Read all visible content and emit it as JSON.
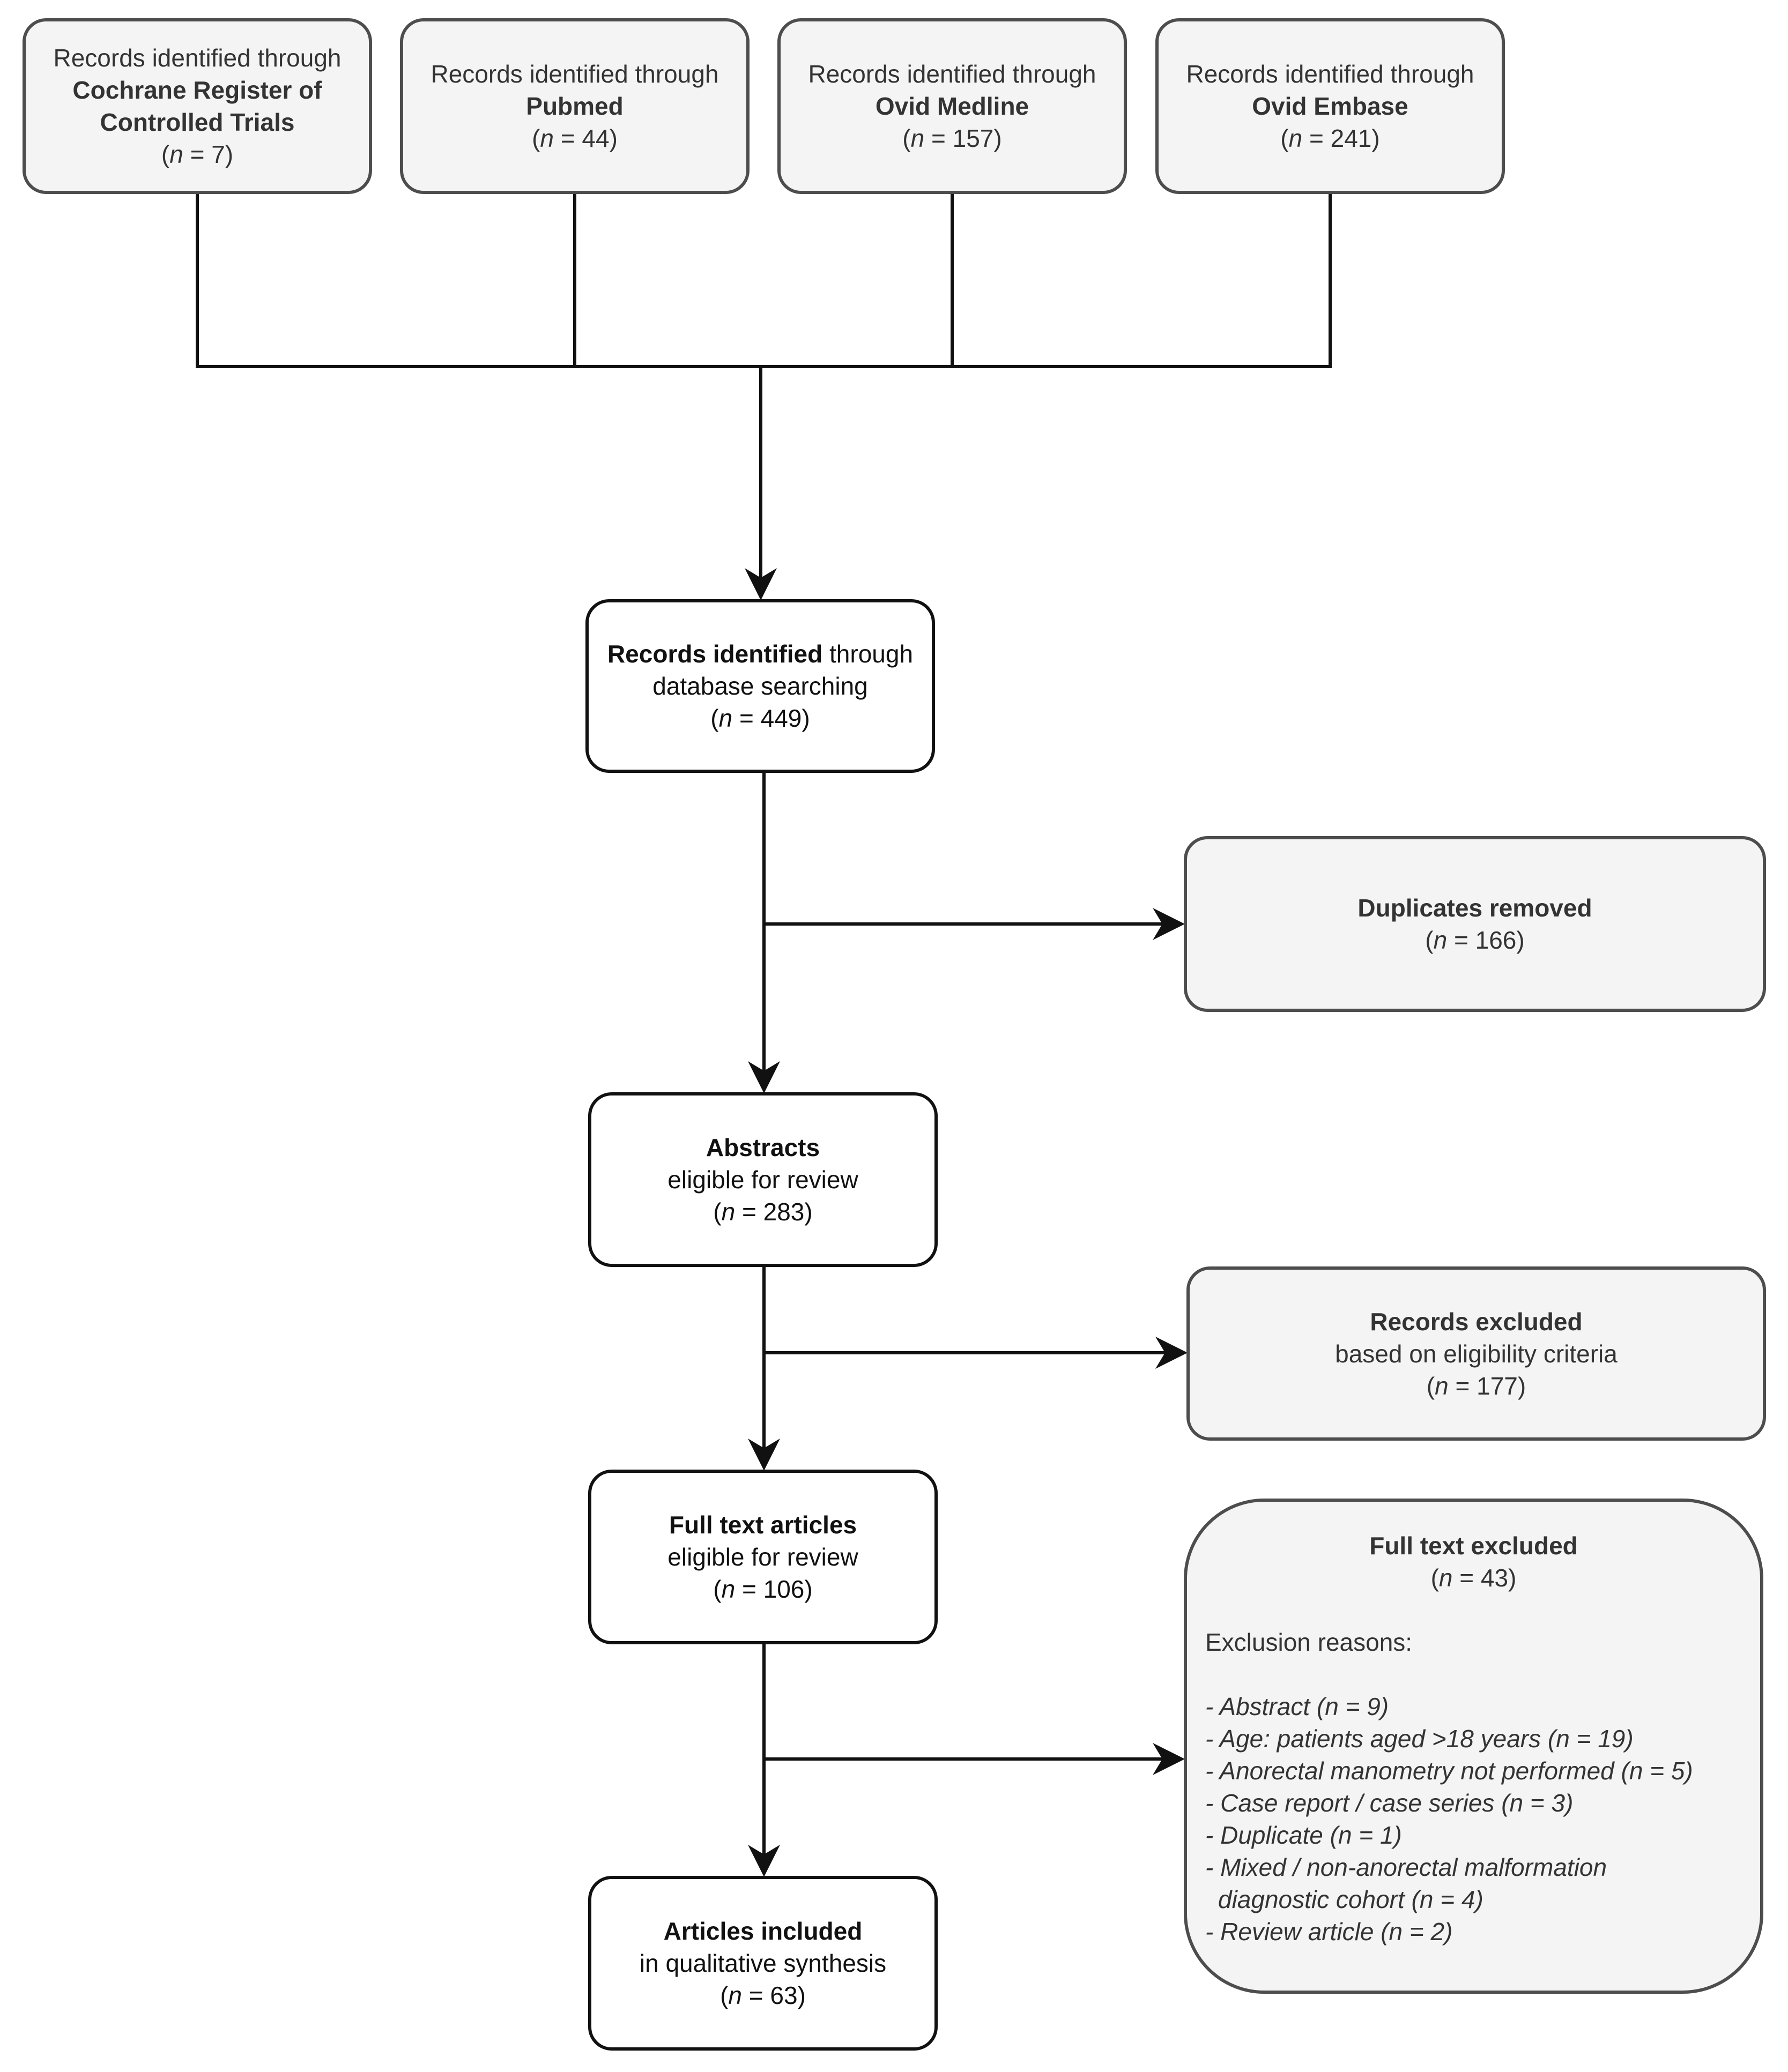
{
  "sources": [
    {
      "line1": "Records identified through",
      "name_lines": [
        "Cochrane Register of",
        "Controlled Trials"
      ],
      "n_prefix": "(",
      "n_var": "n",
      "n_value": " = 7)"
    },
    {
      "line1": "Records identified through",
      "name_lines": [
        "Pubmed"
      ],
      "n_prefix": "(",
      "n_var": "n",
      "n_value": " = 44)"
    },
    {
      "line1": "Records identified through",
      "name_lines": [
        "Ovid Medline"
      ],
      "n_prefix": "(",
      "n_var": "n",
      "n_value": " = 157)"
    },
    {
      "line1": "Records identified through",
      "name_lines": [
        "Ovid Embase"
      ],
      "n_prefix": "(",
      "n_var": "n",
      "n_value": " = 241)"
    }
  ],
  "identified": {
    "bold": "Records identified",
    "rest": " through",
    "line2": "database searching",
    "n_prefix": "(",
    "n_var": "n",
    "n_value": " = 449)"
  },
  "duplicates": {
    "title": "Duplicates removed",
    "n_prefix": "(",
    "n_var": "n",
    "n_value": " = 166)"
  },
  "abstracts": {
    "title": "Abstracts",
    "line2": "eligible for review",
    "n_prefix": "(",
    "n_var": "n",
    "n_value": " = 283)"
  },
  "records_excluded": {
    "title": "Records excluded",
    "line2": "based on eligibility criteria",
    "n_prefix": "(",
    "n_var": "n",
    "n_value": " = 177)"
  },
  "fulltext": {
    "title": "Full text articles",
    "line2": "eligible for review",
    "n_prefix": "(",
    "n_var": "n",
    "n_value": " = 106)"
  },
  "fulltext_excluded": {
    "title": "Full text excluded",
    "n_prefix": "(",
    "n_var": "n",
    "n_value": " = 43)",
    "reasons_heading": "Exclusion reasons:",
    "reasons": [
      "- Abstract (n = 9)",
      "- Age: patients aged >18 years (n = 19)",
      "- Anorectal manometry not performed (n = 5)",
      "- Case report / case series (n = 3)",
      "- Duplicate (n = 1)",
      "- Mixed / non-anorectal malformation",
      "diagnostic cohort (n = 4)",
      "- Review article (n = 2)"
    ]
  },
  "articles": {
    "title": "Articles included",
    "line2": "in qualitative synthesis",
    "n_prefix": "(",
    "n_var": "n",
    "n_value": " = 63)"
  },
  "colors": {
    "gray_fill": "#f4f4f4",
    "gray_border": "#4d4d4d",
    "white_fill": "#ffffff",
    "line": "#111111"
  }
}
